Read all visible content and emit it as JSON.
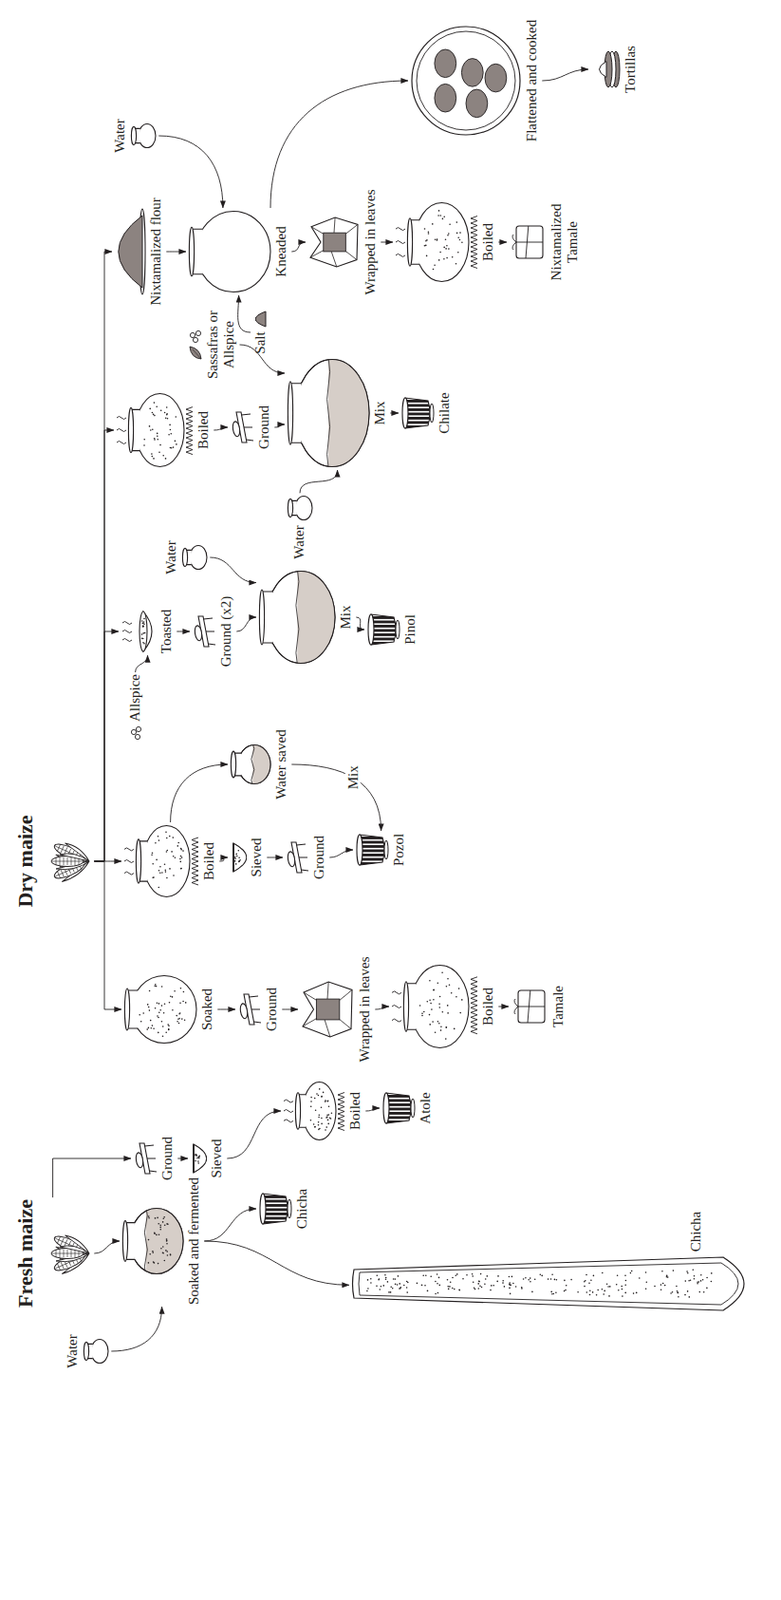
{
  "diagram": {
    "nodes": [
      {
        "text": [
          "Fresh maize"
        ]
      },
      {
        "text": [
          "Water"
        ]
      },
      {
        "text": [
          "Soaked and fermented"
        ]
      },
      {
        "text": [
          "Chicha"
        ]
      },
      {
        "text": [
          "Chicha"
        ]
      },
      {
        "text": [
          "Ground"
        ]
      },
      {
        "text": [
          "Sieved"
        ]
      },
      {
        "text": [
          "Boiled"
        ]
      },
      {
        "text": [
          "Atole"
        ]
      },
      {
        "text": [
          "Dry maize"
        ]
      },
      {
        "text": [
          "Soaked"
        ]
      },
      {
        "text": [
          "Ground"
        ]
      },
      {
        "text": [
          "Wrapped in leaves"
        ]
      },
      {
        "text": [
          "Boiled"
        ]
      },
      {
        "text": [
          "Tamale"
        ]
      },
      {
        "text": [
          "Boiled"
        ]
      },
      {
        "text": [
          "Water saved"
        ]
      },
      {
        "text": [
          "Sieved"
        ]
      },
      {
        "text": [
          "Ground"
        ]
      },
      {
        "text": [
          "Pozol"
        ]
      },
      {
        "text": [
          "Allspice"
        ]
      },
      {
        "text": [
          "Toasted"
        ]
      },
      {
        "text": [
          "Ground (x2)"
        ]
      },
      {
        "text": [
          "Water"
        ]
      },
      {
        "text": [
          "Mix"
        ]
      },
      {
        "text": [
          "Pinol"
        ]
      },
      {
        "text": [
          "Boiled"
        ]
      },
      {
        "text": [
          "Ground"
        ]
      },
      {
        "text": [
          "Sassafras or Allspice"
        ]
      },
      {
        "text": [
          "Water"
        ]
      },
      {
        "text": [
          "Mix"
        ]
      },
      {
        "text": [
          "Chilate"
        ]
      },
      {
        "text": [
          "Nixtamalized flour"
        ]
      },
      {
        "text": [
          "Salt"
        ]
      },
      {
        "text": [
          "Water"
        ]
      },
      {
        "text": [
          "Kneaded"
        ]
      },
      {
        "text": [
          "Wrapped in leaves"
        ]
      },
      {
        "text": [
          "Boiled"
        ]
      },
      {
        "text": [
          "Nixtamalized Tamale"
        ]
      },
      {
        "text": [
          "Flattened and cooked"
        ]
      },
      {
        "text": [
          "Tortillas"
        ]
      }
    ],
    "edges": [
      {
        "from": 0,
        "to": 2,
        "arrow": "to"
      },
      {
        "from": 1,
        "to": 2,
        "arrow": "to"
      },
      {
        "from": 2,
        "to": 3,
        "arrow": "to"
      },
      {
        "from": 2,
        "to": 4,
        "arrow": "to"
      },
      {
        "from": 0,
        "to": 5,
        "arrow": "to"
      },
      {
        "from": 5,
        "to": 6,
        "arrow": "to"
      },
      {
        "from": 6,
        "to": 7,
        "arrow": "to"
      },
      {
        "from": 7,
        "to": 8,
        "arrow": "to"
      },
      {
        "from": 9,
        "to": 10,
        "arrow": "to"
      },
      {
        "from": 10,
        "to": 11,
        "arrow": "to"
      },
      {
        "from": 11,
        "to": 12,
        "arrow": "to"
      },
      {
        "from": 12,
        "to": 13,
        "arrow": "to"
      },
      {
        "from": 13,
        "to": 14,
        "arrow": "to"
      },
      {
        "from": 9,
        "to": 15,
        "arrow": "to"
      },
      {
        "from": 15,
        "to": 16,
        "arrow": "to"
      },
      {
        "from": 15,
        "to": 17,
        "arrow": "to"
      },
      {
        "from": 17,
        "to": 18,
        "arrow": "to"
      },
      {
        "from": 18,
        "to": 19,
        "arrow": "to"
      },
      {
        "from": 16,
        "to": 19,
        "label": "Mix",
        "arrow": "to"
      },
      {
        "from": 9,
        "to": 21,
        "arrow": "to"
      },
      {
        "from": 20,
        "to": 21,
        "arrow": "to"
      },
      {
        "from": 21,
        "to": 22,
        "arrow": "to"
      },
      {
        "from": 22,
        "to": 24,
        "arrow": "to"
      },
      {
        "from": 23,
        "to": 24,
        "arrow": "to"
      },
      {
        "from": 24,
        "to": 25,
        "arrow": "to"
      },
      {
        "from": 9,
        "to": 26,
        "arrow": "to"
      },
      {
        "from": 26,
        "to": 27,
        "arrow": "to"
      },
      {
        "from": 27,
        "to": 30,
        "arrow": "to"
      },
      {
        "from": 28,
        "to": 30,
        "arrow": "to"
      },
      {
        "from": 29,
        "to": 30,
        "arrow": "to"
      },
      {
        "from": 30,
        "to": 31,
        "arrow": "to"
      },
      {
        "from": 9,
        "to": 32,
        "arrow": "to"
      },
      {
        "from": 32,
        "to": 35,
        "arrow": "to"
      },
      {
        "from": 33,
        "to": 35,
        "arrow": "to"
      },
      {
        "from": 34,
        "to": 35,
        "arrow": "to"
      },
      {
        "from": 35,
        "to": 36,
        "arrow": "to"
      },
      {
        "from": 36,
        "to": 37,
        "arrow": "to"
      },
      {
        "from": 37,
        "to": 38,
        "arrow": "to"
      },
      {
        "from": 35,
        "to": 39,
        "arrow": "to"
      },
      {
        "from": 39,
        "to": 40,
        "arrow": "to"
      }
    ]
  }
}
